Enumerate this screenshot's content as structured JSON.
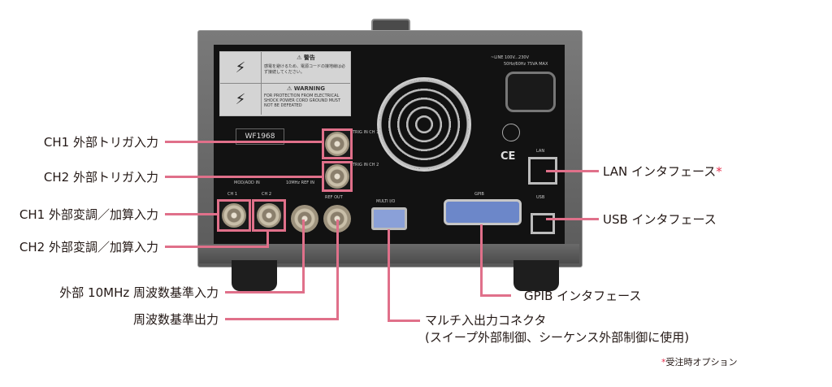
{
  "device": {
    "model": "WF1968",
    "warning_jp_title": "⚠ 警告",
    "warning_jp_text": "感電を避けるため、電源コードの接地線は必ず接続してください。",
    "warning_en_title": "⚠ WARNING",
    "warning_en_text": "FOR PROTECTION FROM ELECTRICAL SHOCK POWER CORD GROUND MUST NOT BE DEFEATED",
    "power_rating_line1": "~LINE 100V...230V",
    "power_rating_line2": "50Hz/60Hz 75VA MAX",
    "panel_labels": {
      "trig_in_ch1": "TRIG IN CH 1",
      "trig_in_ch2": "TRIG IN CH 2",
      "mod_add_in": "MOD/ADD IN",
      "ch1": "CH 1",
      "ch2": "CH 2",
      "ref_in": "10MHz REF IN",
      "ref_out": "REF OUT",
      "multi_io": "MULTI I/O",
      "gpib": "GPIB",
      "lan": "LAN",
      "usb": "USB",
      "ce": "CE"
    }
  },
  "callouts": {
    "ch1_trig": "CH1 外部トリガ入力",
    "ch2_trig": "CH2 外部トリガ入力",
    "ch1_mod": "CH1 外部変調／加算入力",
    "ch2_mod": "CH2 外部変調／加算入力",
    "ref_in": "外部 10MHz 周波数基準入力",
    "ref_out": "周波数基準出力",
    "multi_io_line1": "マルチ入出力コネクタ",
    "multi_io_line2": "(スイープ外部制御、シーケンス外部制御に使用)",
    "gpib": "GPIB インタフェース",
    "lan": "LAN インタフェース",
    "lan_star": "*",
    "usb": "USB インタフェース"
  },
  "footnote": {
    "star": "*",
    "text": "受注時オプション"
  },
  "colors": {
    "callout_line": "#e0708a",
    "asterisk": "#e5304e"
  }
}
